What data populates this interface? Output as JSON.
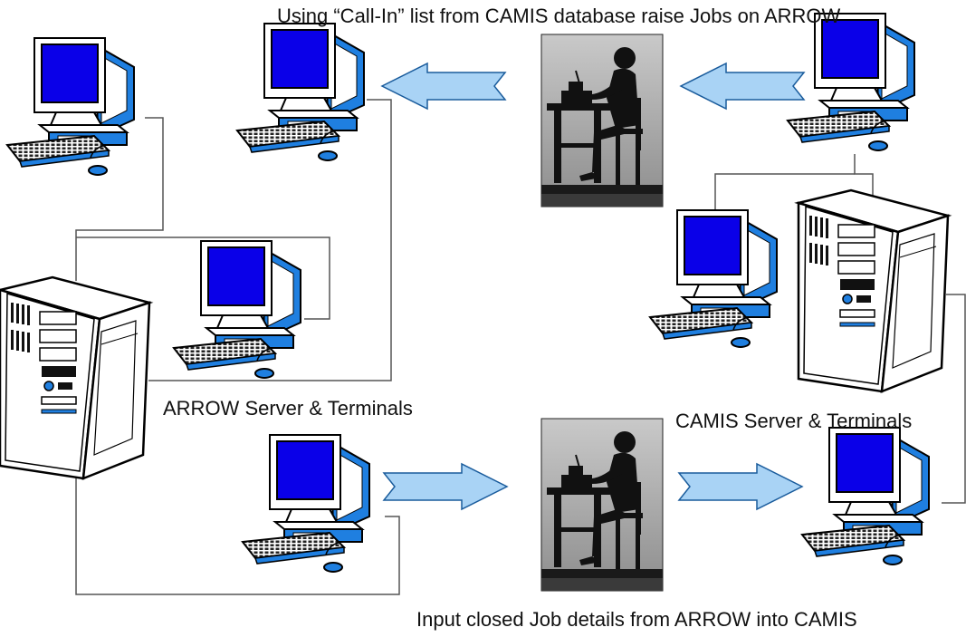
{
  "labels": {
    "top_caption": "Using “Call-In” list from CAMIS database  raise Jobs on ARROW",
    "arrow_group": "ARROW Server & Terminals",
    "camis_group": "CAMIS Server & Terminals",
    "bottom_caption": "Input closed Job details from ARROW into CAMIS"
  },
  "colors": {
    "screen": "#0a00e8",
    "flow_arrow": "#a9d3f5",
    "flow_arrow_stroke": "#1a5c9c",
    "accent": "#1f7fe0",
    "line": "#555555"
  },
  "icons": {
    "terminal": "desktop-computer-icon",
    "server": "tower-server-icon",
    "operator": "operator-at-typewriter-photo"
  }
}
